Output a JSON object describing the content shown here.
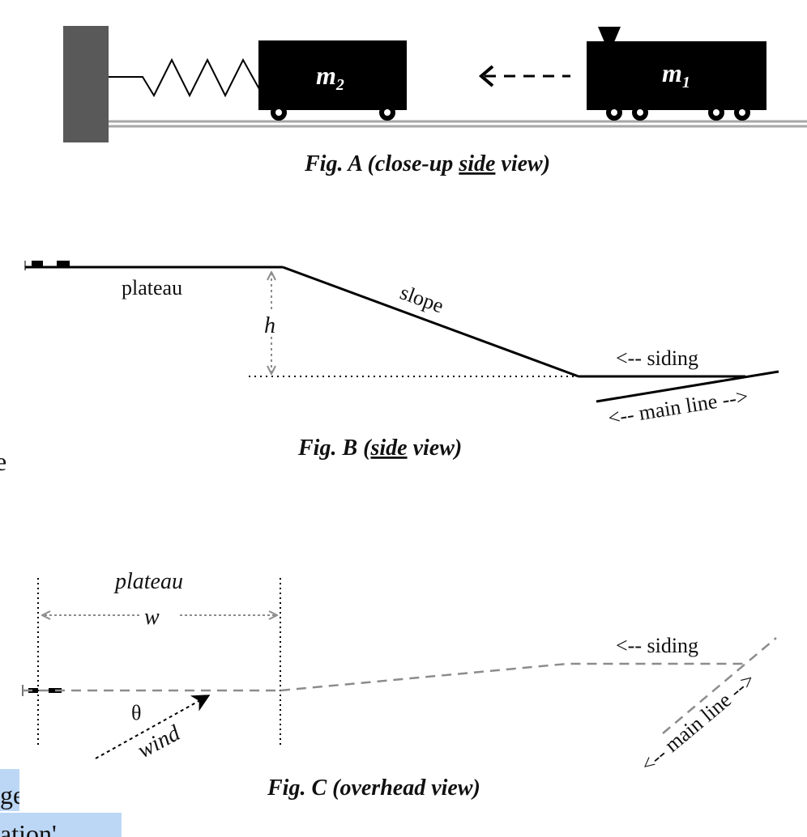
{
  "figA": {
    "mass2_label": "m",
    "mass2_sub": "2",
    "mass1_label": "m",
    "mass1_sub": "1",
    "caption_pre": "Fig. A (close-up ",
    "caption_underlined": "side",
    "caption_post": " view)"
  },
  "figB": {
    "plateau_label": "plateau",
    "slope_label": "slope",
    "height_label": "h",
    "siding_label": "<-- siding",
    "main_line_label": "<-- main line -->",
    "caption_pre": "Fig. B (",
    "caption_underlined": "side",
    "caption_post": " view)"
  },
  "figC": {
    "plateau_label": "plateau",
    "width_label": "w",
    "angle_label": "θ",
    "wind_label": "wind",
    "siding_label": "<-- siding",
    "main_line_label": "<-- main line -->",
    "caption": "Fig. C (overhead view)"
  },
  "page_fragments": {
    "left_fragment_1": "e",
    "left_fragment_2": "ge",
    "left_fragment_3": "ation'"
  },
  "colors": {
    "car": "#000000",
    "wall": "#595959",
    "rail": "#999999",
    "dim_arrow": "#8c8c8c",
    "dashed_track": "#8c8c8c",
    "highlight": "#bcd7f5"
  }
}
